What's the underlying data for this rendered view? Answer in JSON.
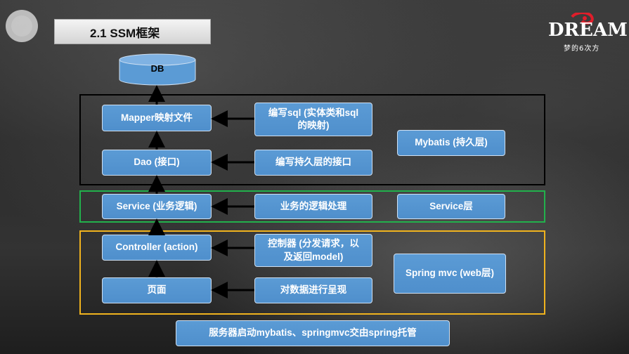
{
  "title": "2.1  SSM框架",
  "logo": {
    "word": "DREAM",
    "subtitle": "梦的6次方"
  },
  "db": "DB",
  "mapper": "Mapper映射文件",
  "write_sql": "编写sql (实体类和sql的映射)",
  "dao": "Dao (接口)",
  "write_dao": "编写持久层的接口",
  "mybatis": "Mybatis (持久层)",
  "service": "Service (业务逻辑)",
  "service_logic": "业务的逻辑处理",
  "service_layer": "Service层",
  "controller": "Controller (action)",
  "controller_desc": "控制器 (分发请求，以及返回model)",
  "page": "页面",
  "page_desc": "对数据进行呈现",
  "springmvc": "Spring mvc (web层)",
  "footer": "服务器启动mybatis、springmvc交由spring托管",
  "colors": {
    "box_fill": "#5b9bd5",
    "mybatis_border": "#000000",
    "service_border": "#22b14c",
    "web_border": "#f0b31e"
  }
}
